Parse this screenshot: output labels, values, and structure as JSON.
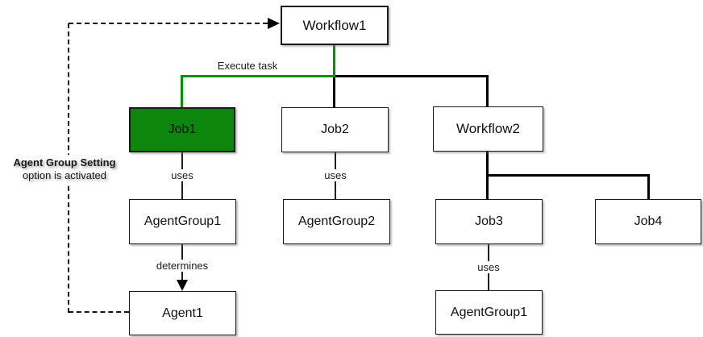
{
  "diagram": {
    "nodes": {
      "workflow1": "Workflow1",
      "job1": "Job1",
      "job2": "Job2",
      "workflow2": "Workflow2",
      "agentgroup1": "AgentGroup1",
      "agentgroup2": "AgentGroup2",
      "job3": "Job3",
      "job4": "Job4",
      "agent1": "Agent1",
      "agentgroup1b": "AgentGroup1"
    },
    "edges": {
      "execute_task": "Execute task",
      "uses1": "uses",
      "uses2": "uses",
      "uses3": "uses",
      "determines": "determines"
    },
    "annotation": {
      "line1": "Agent Group Setting",
      "line2": "option is activated"
    },
    "colors": {
      "highlight_fill": "#0d860d",
      "highlight_edge": "#009400",
      "edge": "#000000"
    }
  }
}
